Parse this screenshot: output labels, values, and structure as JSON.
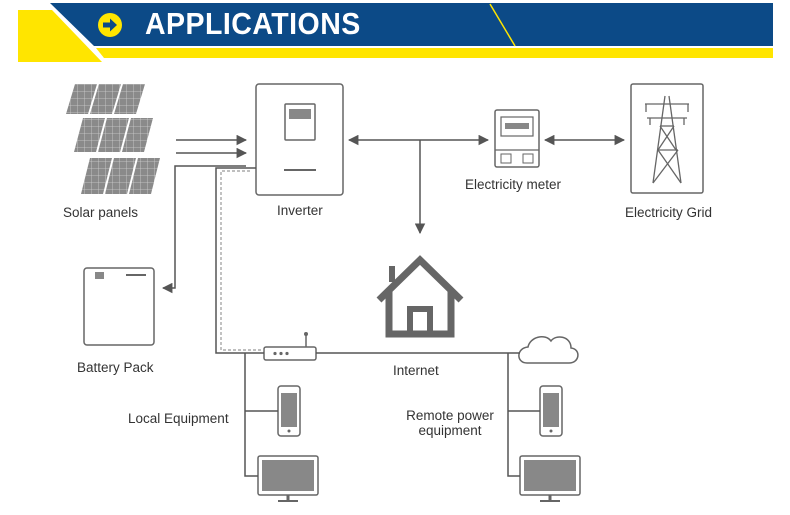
{
  "banner": {
    "title": "APPLICATIONS",
    "arrow_icon": "arrow-right-circle-icon",
    "color_navy": "#0c4a87",
    "color_yellow": "#ffe500"
  },
  "labels": {
    "solar": "Solar panels",
    "inverter": "Inverter",
    "meter": "Electricity meter",
    "grid": "Electricity Grid",
    "battery": "Battery Pack",
    "internet": "Internet",
    "local": "Local Equipment",
    "remote_line1": "Remote power",
    "remote_line2": "equipment"
  },
  "colors": {
    "line": "#555555",
    "icon_stroke": "#666666",
    "icon_fill": "#888888",
    "panel": "#8a8a8a"
  }
}
